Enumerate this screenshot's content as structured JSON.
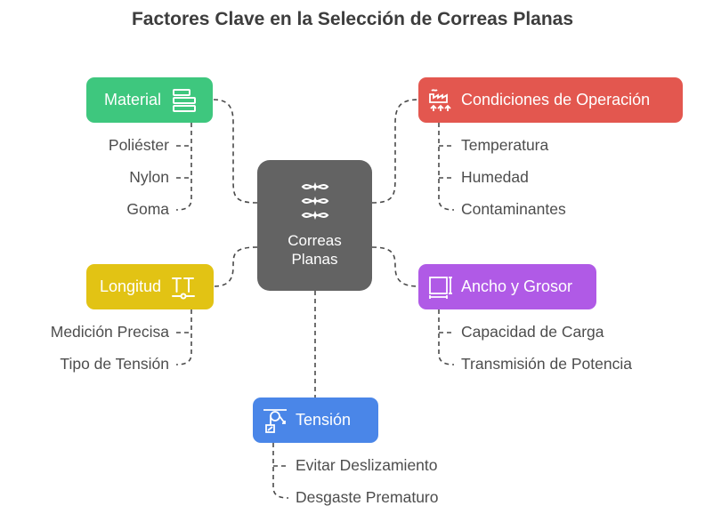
{
  "title": "Factores Clave en la Selección de Correas Planas",
  "center": {
    "line1": "Correas",
    "line2": "Planas",
    "icon": "belt-icon"
  },
  "colors": {
    "material": "#3ec77e",
    "condiciones": "#e3574f",
    "longitud": "#e2c314",
    "ancho": "#b05ae6",
    "tension": "#4a86e8",
    "center": "#636363",
    "lines": "#4a4a4a"
  },
  "material": {
    "label": "Material",
    "icon": "list-icon",
    "items": [
      "Poliéster",
      "Nylon",
      "Goma"
    ]
  },
  "condiciones": {
    "label": "Condiciones de Operación",
    "icon": "factory-icon",
    "items": [
      "Temperatura",
      "Humedad",
      "Contaminantes"
    ]
  },
  "longitud": {
    "label": "Longitud",
    "icon": "text-size-icon",
    "items": [
      "Medición Precisa",
      "Tipo de Tensión"
    ]
  },
  "ancho": {
    "label": "Ancho y Grosor",
    "icon": "dimension-icon",
    "items": [
      "Capacidad de Carga",
      "Transmisión de Potencia"
    ]
  },
  "tension": {
    "label": "Tensión",
    "icon": "pulley-icon",
    "items": [
      "Evitar Deslizamiento",
      "Desgaste Prematuro"
    ]
  }
}
